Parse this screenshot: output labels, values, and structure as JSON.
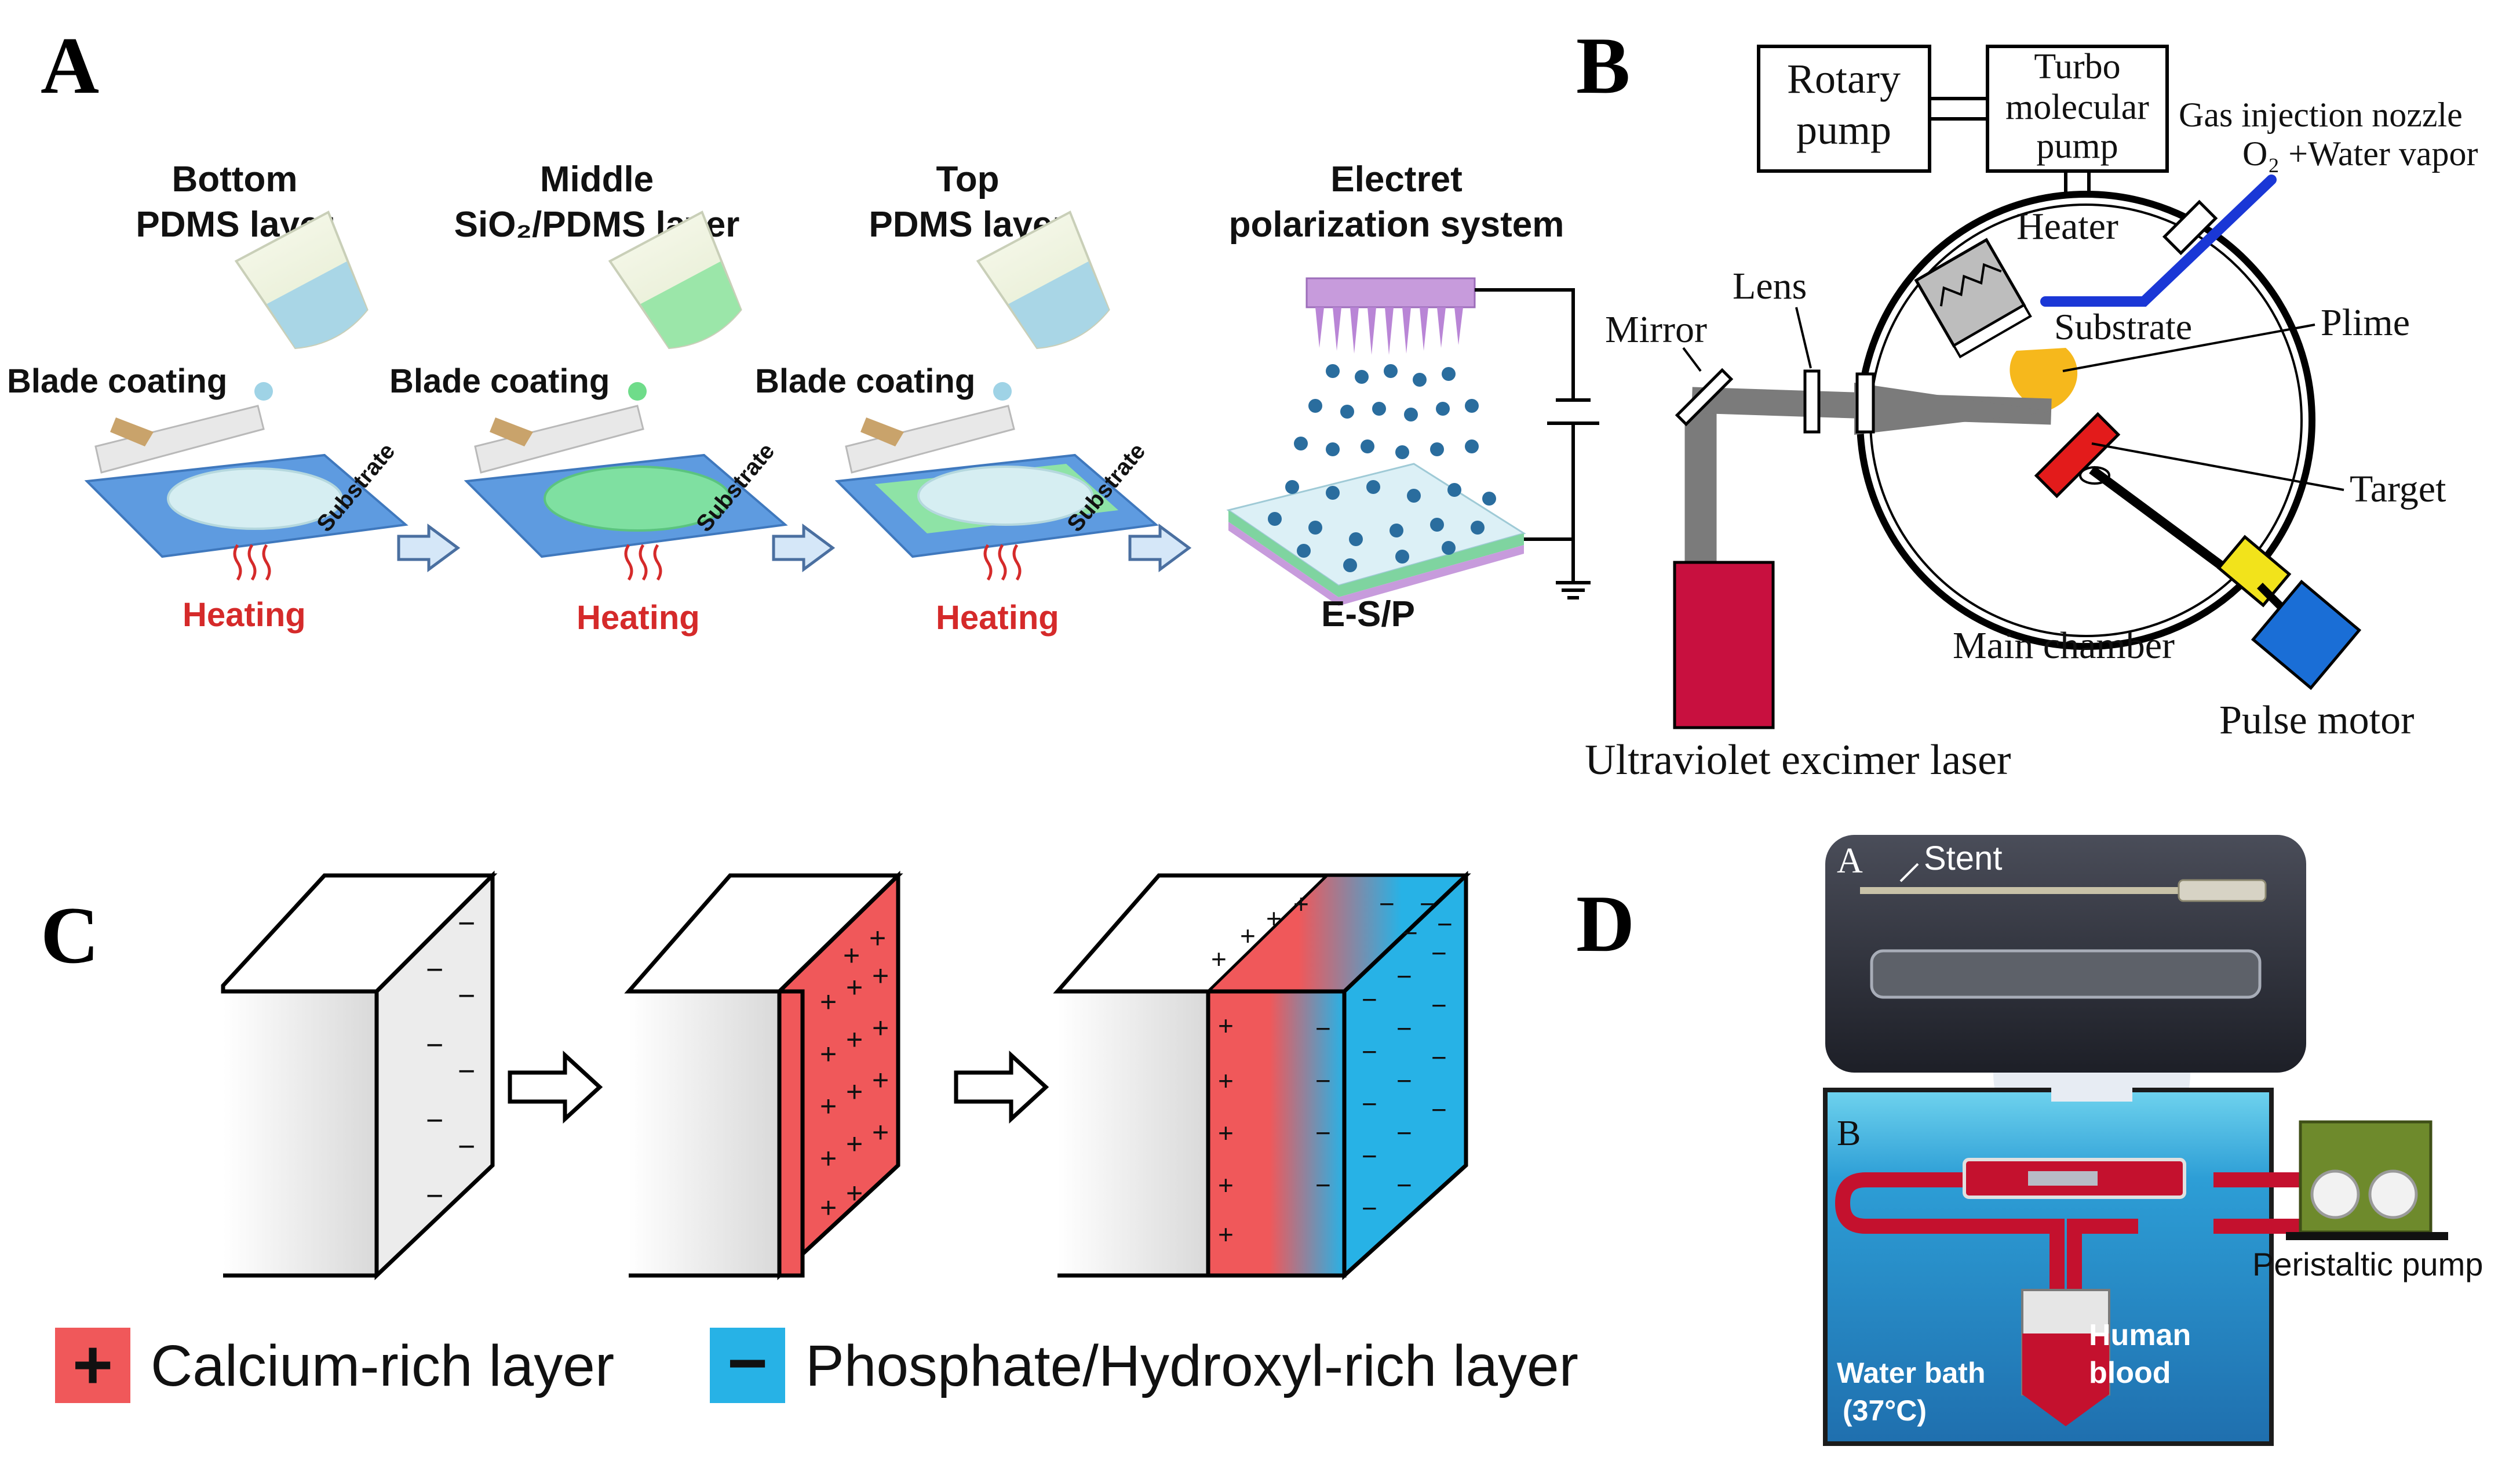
{
  "panels": {
    "a": {
      "letter": "A",
      "step1_title": [
        "Bottom",
        "PDMS layer"
      ],
      "step2_title": [
        "Middle",
        "SiO₂/PDMS layer"
      ],
      "step3_title": [
        "Top",
        "PDMS layer"
      ],
      "step4_title": [
        "Electret",
        "polarization system"
      ],
      "blade_label": "Blade coating",
      "substrate_label": "Substrate",
      "heating_label": "Heating",
      "product_label": "E-S/P"
    },
    "b": {
      "letter": "B",
      "rotary_pump": [
        "Rotary",
        "pump"
      ],
      "turbo_pump": [
        "Turbo",
        "molecular",
        "pump"
      ],
      "gas_nozzle": "Gas injection nozzle",
      "gas_mix": "O₂ +Water vapor",
      "heater": "Heater",
      "substrate": "Substrate",
      "plume": "Plime",
      "target": "Target",
      "lens": "Lens",
      "mirror": "Mirror",
      "main_chamber": "Main chamber",
      "pulse_motor": "Pulse motor",
      "laser": "Ultraviolet excimer laser"
    },
    "c": {
      "letter": "C",
      "legend_calcium_symbol": "+",
      "legend_calcium": "Calcium-rich layer",
      "legend_phosphate_symbol": "−",
      "legend_phosphate": "Phosphate/Hydroxyl-rich layer",
      "colors": {
        "calcium": "#f0585a",
        "phosphate": "#27b2e6"
      }
    },
    "d": {
      "letter": "D",
      "inset_a": "A",
      "stent": "Stent",
      "inset_b": "B",
      "pump": "Peristaltic pump",
      "blood": [
        "Human",
        "blood"
      ],
      "bath": [
        "Water bath",
        "(37°C)"
      ]
    }
  }
}
